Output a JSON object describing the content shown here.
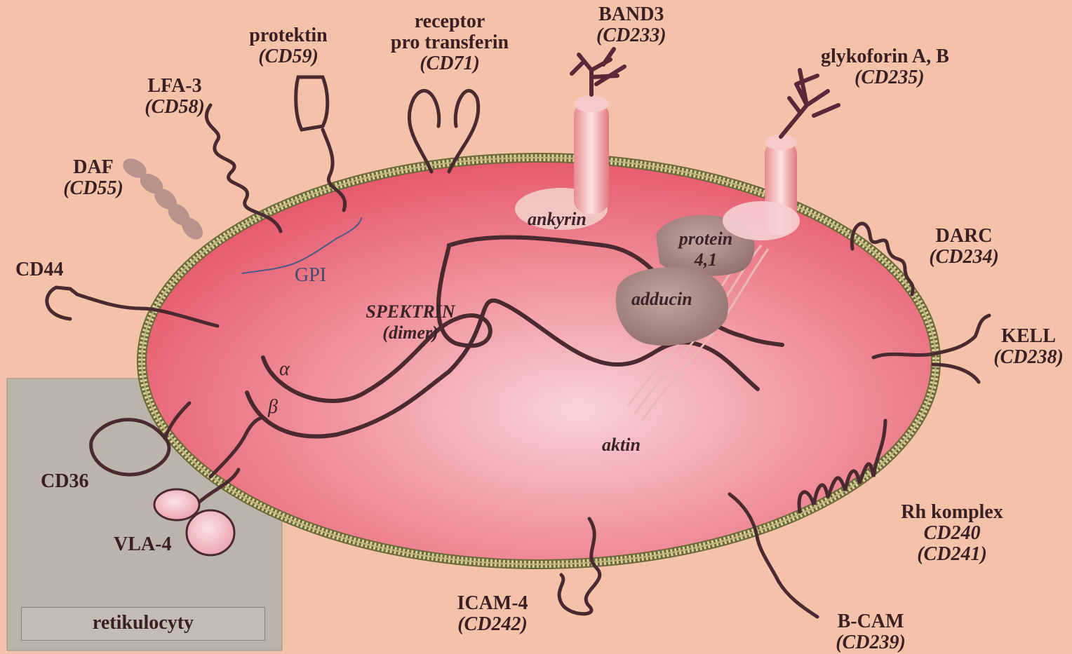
{
  "labels": {
    "band3": {
      "name": "BAND3",
      "cd": "(CD233)"
    },
    "glykoforin": {
      "name": "glykoforin A, B",
      "cd": "(CD235)"
    },
    "receptor": {
      "name_line1": "receptor",
      "name_line2": "pro transferin",
      "cd": "(CD71)"
    },
    "protektin": {
      "name": "protektin",
      "cd": "(CD59)"
    },
    "lfa3": {
      "name": "LFA-3",
      "cd": "(CD58)"
    },
    "daf": {
      "name": "DAF",
      "cd": "(CD55)"
    },
    "cd44": {
      "name": "CD44"
    },
    "gpi": {
      "name": "GPI"
    },
    "darc": {
      "name": "DARC",
      "cd": "(CD234)"
    },
    "kell": {
      "name": "KELL",
      "cd": "(CD238)"
    },
    "rh": {
      "name": "Rh komplex",
      "cd1": "CD240",
      "cd2": "(CD241)"
    },
    "bcam": {
      "name": "B-CAM",
      "cd": "(CD239)"
    },
    "icam4": {
      "name": "ICAM-4",
      "cd": "(CD242)"
    },
    "cd36": {
      "name": "CD36"
    },
    "vla4": {
      "name": "VLA-4"
    },
    "retikulocyty": {
      "name": "retikulocyty"
    }
  },
  "inner_labels": {
    "ankyrin": "ankyrin",
    "protein_line1": "protein",
    "protein_line2": "4,1",
    "adducin": "adducin",
    "spektrin_line1": "SPEKTRIN",
    "spektrin_line2": "(dimer)",
    "alpha": "α",
    "beta": "β",
    "aktin": "aktin"
  },
  "colors": {
    "background": "#f3c2a9",
    "cell_center": "#f8cfd6",
    "cell_edge": "#e65a6c",
    "membrane": "#c8c08a",
    "protein_line": "#4a2a30",
    "retikulocyty_box": "#bab4aa"
  }
}
